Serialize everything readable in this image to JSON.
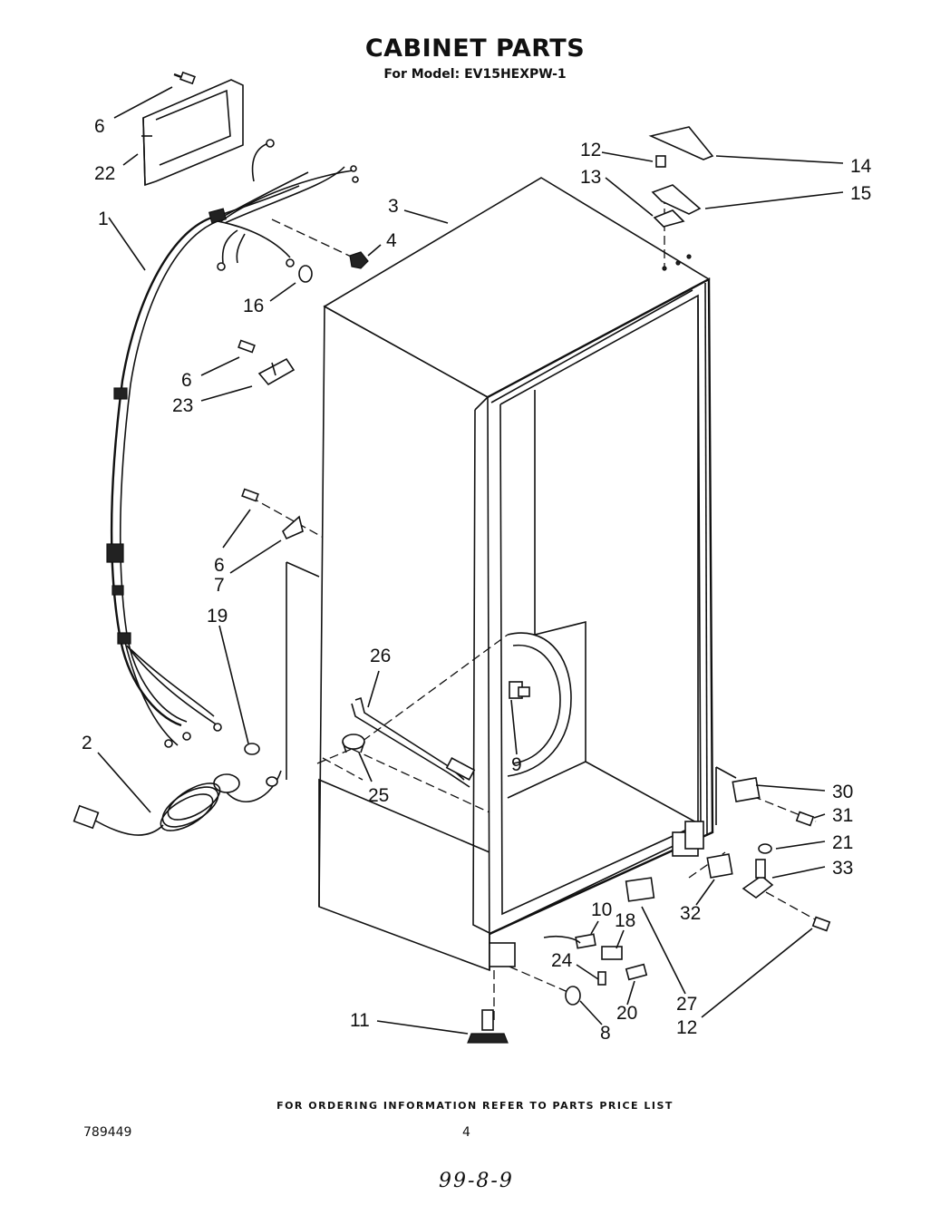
{
  "header": {
    "title": "CABINET PARTS",
    "subtitle": "For Model: EV15HEXPW-1"
  },
  "callouts": [
    "6",
    "22",
    "1",
    "16",
    "4",
    "3",
    "6",
    "23",
    "6",
    "7",
    "19",
    "26",
    "2",
    "25",
    "9",
    "12",
    "13",
    "14",
    "15",
    "30",
    "31",
    "21",
    "33",
    "32",
    "10",
    "18",
    "24",
    "20",
    "27",
    "12",
    "11",
    "8"
  ],
  "footer": {
    "note": "FOR ORDERING INFORMATION REFER TO PARTS PRICE LIST",
    "doc_number": "789449",
    "page_number": "4",
    "handwritten": "99-8-9"
  }
}
